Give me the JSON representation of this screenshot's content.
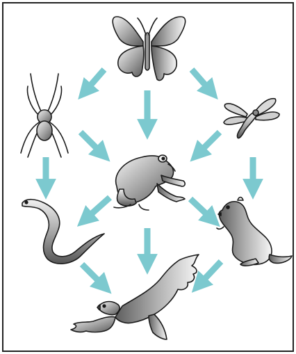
{
  "diagram": {
    "type": "food-web",
    "colors": {
      "arrow": "#7cc9cf",
      "outline": "#1a1a1a",
      "frame": "#222222"
    },
    "organisms": [
      {
        "id": "butterfly",
        "icon": "butterfly-icon"
      },
      {
        "id": "spider",
        "icon": "spider-icon"
      },
      {
        "id": "dragonfly",
        "icon": "dragonfly-icon"
      },
      {
        "id": "frog",
        "icon": "frog-icon"
      },
      {
        "id": "snake",
        "icon": "snake-icon"
      },
      {
        "id": "weasel",
        "icon": "weasel-icon"
      },
      {
        "id": "hawk",
        "icon": "hawk-icon"
      }
    ],
    "links": [
      {
        "from": "butterfly",
        "to": "spider"
      },
      {
        "from": "butterfly",
        "to": "frog"
      },
      {
        "from": "butterfly",
        "to": "dragonfly"
      },
      {
        "from": "spider",
        "to": "frog"
      },
      {
        "from": "spider",
        "to": "snake"
      },
      {
        "from": "dragonfly",
        "to": "frog"
      },
      {
        "from": "dragonfly",
        "to": "weasel"
      },
      {
        "from": "frog",
        "to": "snake"
      },
      {
        "from": "frog",
        "to": "weasel"
      },
      {
        "from": "frog",
        "to": "hawk"
      },
      {
        "from": "snake",
        "to": "hawk"
      },
      {
        "from": "weasel",
        "to": "hawk"
      }
    ]
  }
}
